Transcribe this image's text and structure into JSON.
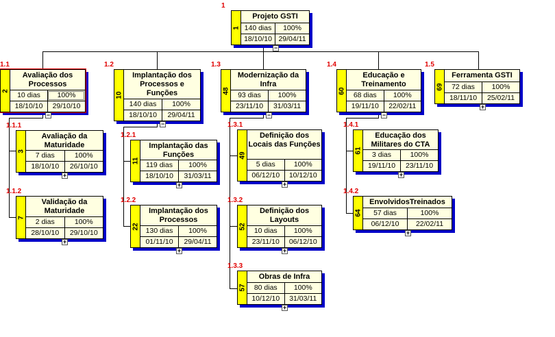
{
  "nodes": [
    {
      "id": "root",
      "wbs": "1",
      "num": "1",
      "title": "Projeto GSTI",
      "duration": "140 dias",
      "percent": "100%",
      "start": "18/10/10",
      "end": "29/04/11",
      "toggle": "−"
    },
    {
      "id": "n1_1",
      "wbs": "1.1",
      "num": "2",
      "title": "Avaliação dos Processos",
      "duration": "10 dias",
      "percent": "100%",
      "start": "18/10/10",
      "end": "29/10/10",
      "toggle": "−"
    },
    {
      "id": "n1_1_1",
      "wbs": "1.1.1",
      "num": "3",
      "title": "Avaliação da Maturidade",
      "duration": "7 dias",
      "percent": "100%",
      "start": "18/10/10",
      "end": "26/10/10",
      "toggle": "+"
    },
    {
      "id": "n1_1_2",
      "wbs": "1.1.2",
      "num": "7",
      "title": "Validação da Maturidade",
      "duration": "2 dias",
      "percent": "100%",
      "start": "28/10/10",
      "end": "29/10/10",
      "toggle": "+"
    },
    {
      "id": "n1_2",
      "wbs": "1.2",
      "num": "10",
      "title": "Implantação dos Processos e Funções",
      "duration": "140 dias",
      "percent": "100%",
      "start": "18/10/10",
      "end": "29/04/11",
      "toggle": "−"
    },
    {
      "id": "n1_2_1",
      "wbs": "1.2.1",
      "num": "11",
      "title": "Implantação das Funções",
      "duration": "119 dias",
      "percent": "100%",
      "start": "18/10/10",
      "end": "31/03/11",
      "toggle": "+"
    },
    {
      "id": "n1_2_2",
      "wbs": "1.2.2",
      "num": "22",
      "title": "Implantação dos Processos",
      "duration": "130 dias",
      "percent": "100%",
      "start": "01/11/10",
      "end": "29/04/11",
      "toggle": "+"
    },
    {
      "id": "n1_3",
      "wbs": "1.3",
      "num": "48",
      "title": "Modernização da Infra",
      "duration": "93 dias",
      "percent": "100%",
      "start": "23/11/10",
      "end": "31/03/11",
      "toggle": "−"
    },
    {
      "id": "n1_3_1",
      "wbs": "1.3.1",
      "num": "49",
      "title": "Definição dos Locais das Funções",
      "duration": "5 dias",
      "percent": "100%",
      "start": "06/12/10",
      "end": "10/12/10",
      "toggle": "+"
    },
    {
      "id": "n1_3_2",
      "wbs": "1.3.2",
      "num": "52",
      "title": "Definição dos Layouts",
      "duration": "10 dias",
      "percent": "100%",
      "start": "23/11/10",
      "end": "06/12/10",
      "toggle": "+"
    },
    {
      "id": "n1_3_3",
      "wbs": "1.3.3",
      "num": "57",
      "title": "Obras de Infra",
      "duration": "80 dias",
      "percent": "100%",
      "start": "10/12/10",
      "end": "31/03/11",
      "toggle": "+"
    },
    {
      "id": "n1_4",
      "wbs": "1.4",
      "num": "60",
      "title": "Educação e Treinamento",
      "duration": "68 dias",
      "percent": "100%",
      "start": "19/11/10",
      "end": "22/02/11",
      "toggle": "−"
    },
    {
      "id": "n1_4_1",
      "wbs": "1.4.1",
      "num": "61",
      "title": "Educação dos Militares do CTA",
      "duration": "3 dias",
      "percent": "100%",
      "start": "19/11/10",
      "end": "23/11/10",
      "toggle": "+"
    },
    {
      "id": "n1_4_2",
      "wbs": "1.4.2",
      "num": "64",
      "title": "EnvolvidosTreinados",
      "duration": "57 dias",
      "percent": "100%",
      "start": "06/12/10",
      "end": "22/02/11",
      "toggle": "+"
    },
    {
      "id": "n1_5",
      "wbs": "1.5",
      "num": "69",
      "title": "Ferramenta GSTI",
      "duration": "72 dias",
      "percent": "100%",
      "start": "18/11/10",
      "end": "25/02/11",
      "toggle": "+"
    }
  ]
}
